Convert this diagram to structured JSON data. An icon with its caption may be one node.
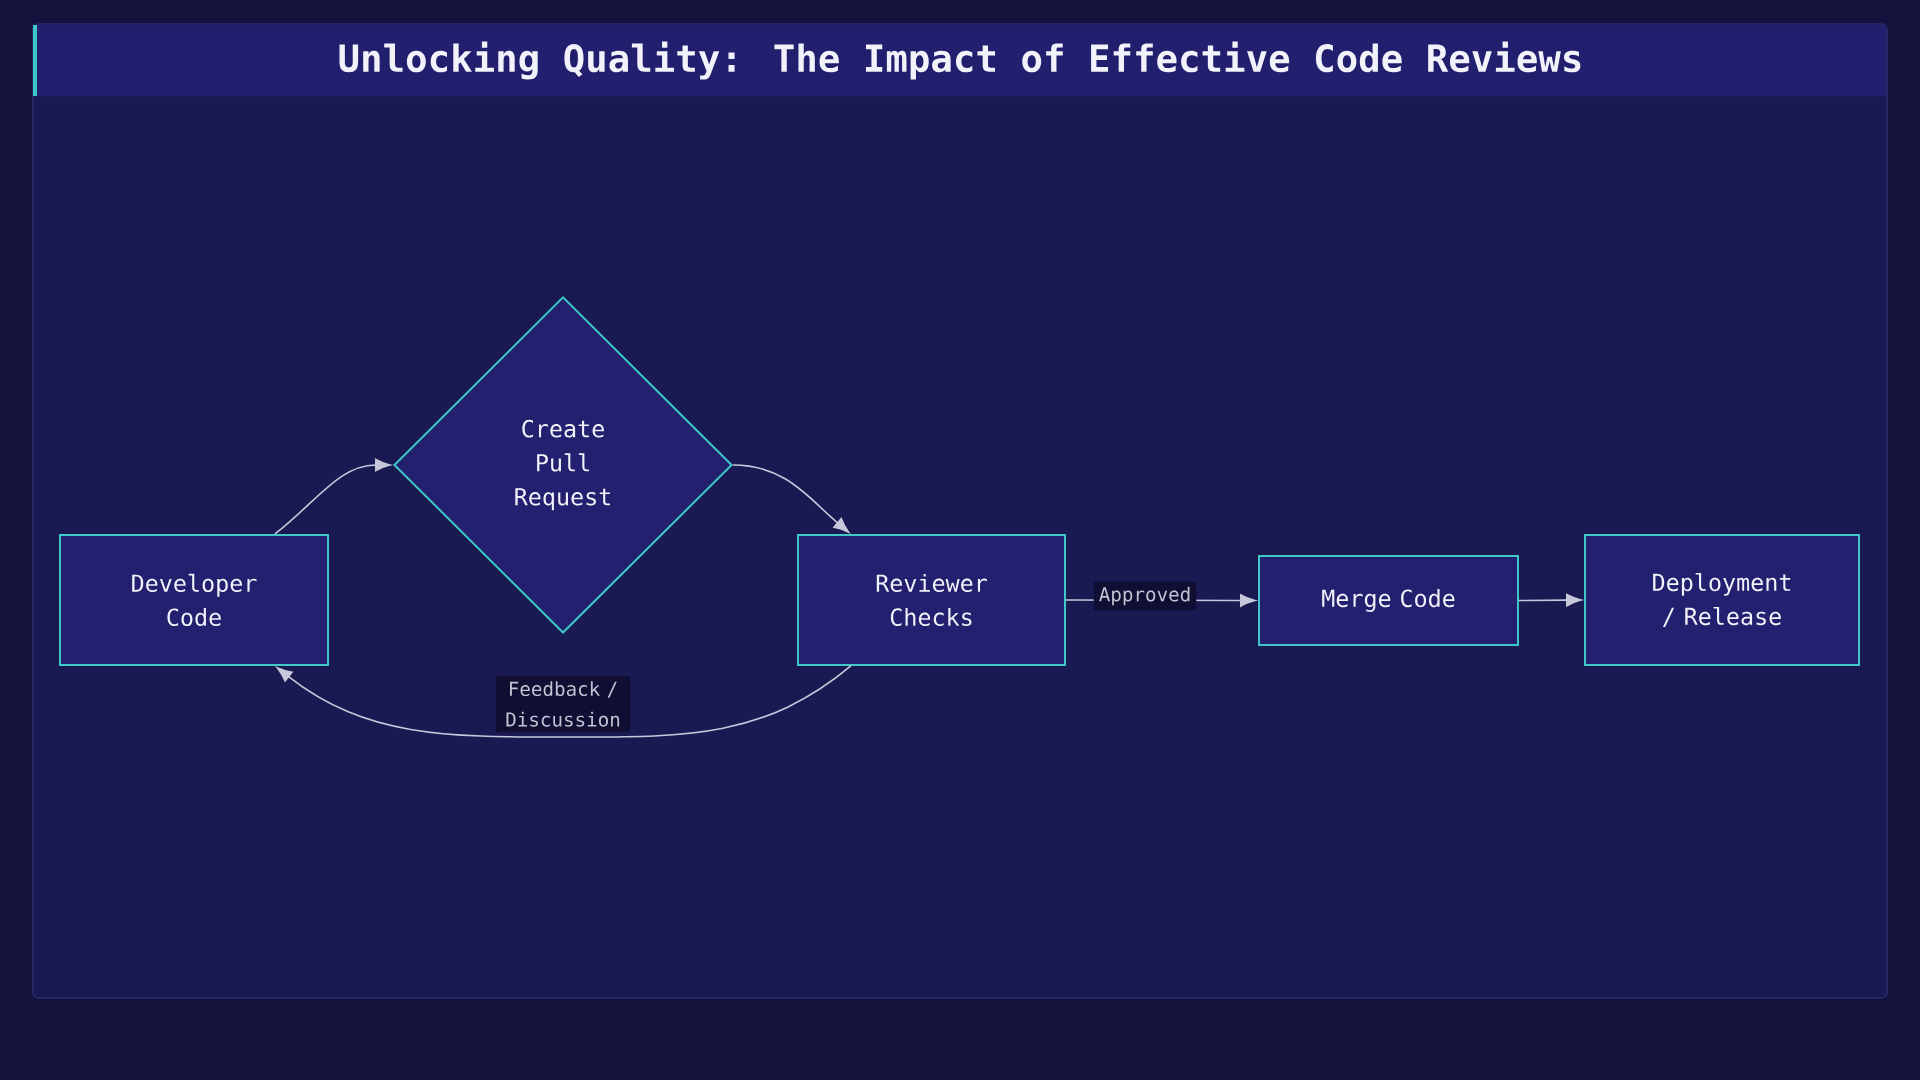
{
  "diagram": {
    "title": "Unlocking Quality: The Impact of Effective Code Reviews",
    "nodes": [
      {
        "text": [
          "Developer Code"
        ]
      },
      {
        "text": [
          "Create Pull Request"
        ]
      },
      {
        "text": [
          "Reviewer Checks"
        ]
      },
      {
        "text": [
          "Merge Code"
        ]
      },
      {
        "text": [
          "Deployment / Release"
        ]
      }
    ],
    "edges": [
      {
        "from": 0,
        "to": 1,
        "arrow": "to"
      },
      {
        "from": 1,
        "to": 2,
        "arrow": "to"
      },
      {
        "from": 2,
        "to": 3,
        "arrow": "to",
        "label": "Approved"
      },
      {
        "from": 3,
        "to": 4,
        "arrow": "to"
      },
      {
        "from": 2,
        "to": 0,
        "arrow": "to",
        "label": "Feedback / Discussion"
      }
    ]
  }
}
